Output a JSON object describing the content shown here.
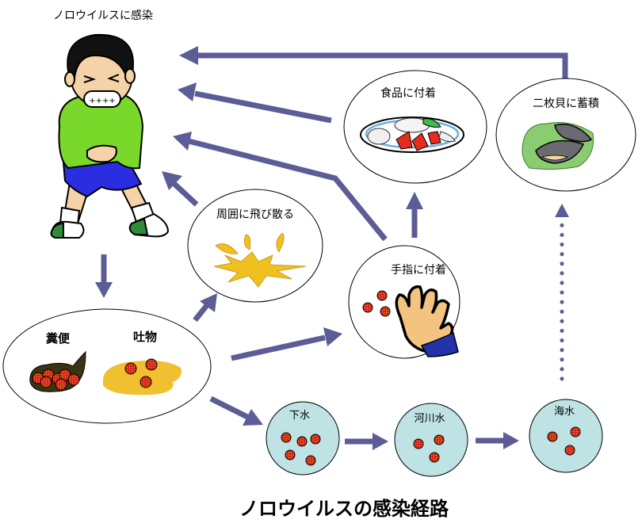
{
  "diagram": {
    "title": "ノロウイルスの感染経路",
    "arrow_color": "#5c5c96",
    "virus_color": "#d42a1c",
    "water_color": "#bfe3e4",
    "nodes": {
      "infected": {
        "label": "ノロウイルスに感染",
        "icon": "sick-boy-icon"
      },
      "excreta": {
        "labels": {
          "feces": "糞便",
          "vomit": "吐物"
        }
      },
      "scatter": {
        "label": "周囲に飛び散る",
        "icon": "splash-icon"
      },
      "fingers": {
        "label": "手指に付着",
        "icon": "hand-icon"
      },
      "food": {
        "label": "食品に付着",
        "icon": "food-plate-icon"
      },
      "shellfish": {
        "label": "二枚貝に蓄積",
        "icon": "oyster-icon"
      },
      "sewage": {
        "label": "下水"
      },
      "river": {
        "label": "河川水"
      },
      "sea": {
        "label": "海水"
      }
    },
    "edges": [
      {
        "from": "infected",
        "to": "excreta"
      },
      {
        "from": "excreta",
        "to": "scatter"
      },
      {
        "from": "excreta",
        "to": "fingers"
      },
      {
        "from": "excreta",
        "to": "sewage"
      },
      {
        "from": "scatter",
        "to": "infected"
      },
      {
        "from": "fingers",
        "to": "infected"
      },
      {
        "from": "fingers",
        "to": "food"
      },
      {
        "from": "food",
        "to": "infected"
      },
      {
        "from": "shellfish",
        "to": "infected"
      },
      {
        "from": "sewage",
        "to": "river"
      },
      {
        "from": "river",
        "to": "sea"
      },
      {
        "from": "sea",
        "to": "shellfish",
        "style": "dotted"
      }
    ]
  }
}
